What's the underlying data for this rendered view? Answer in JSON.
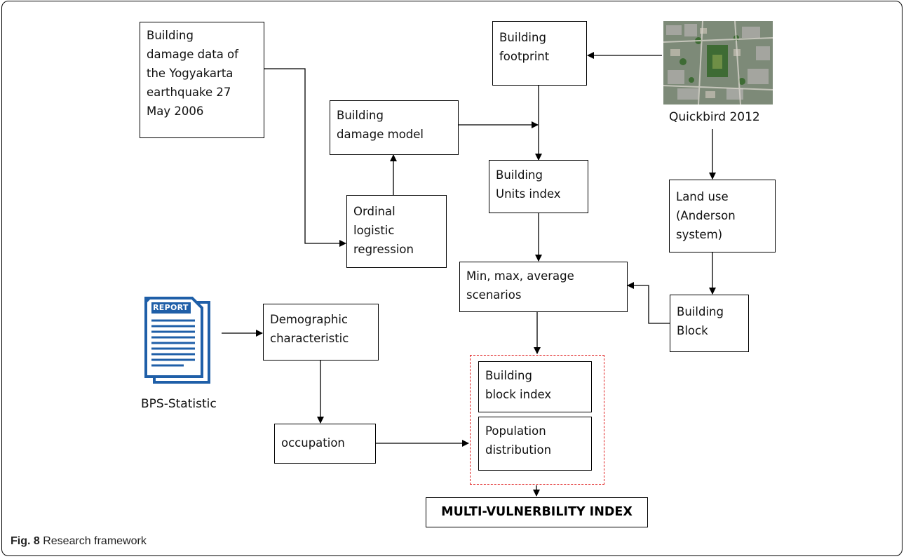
{
  "caption": {
    "fig": "Fig. 8",
    "text": " Research framework"
  },
  "boxes": {
    "damage_data": "Building\ndamage data of\nthe Yogyakarta\nearthquake 27\nMay 2006",
    "footprint": "Building\nfootprint",
    "damage_model": "Building\ndamage model",
    "units_index": "Building\nUnits index",
    "land_use": "Land use\n(Anderson\nsystem)",
    "ordinal": "Ordinal\nlogistic\nregression",
    "scenarios": "Min, max, average\nscenarios",
    "building_block": "Building\nBlock",
    "demographic": "Demographic\ncharacteristic",
    "block_index": "Building\nblock index",
    "population": "Population\ndistribution",
    "occupation": "occupation"
  },
  "labels": {
    "quickbird": "Quickbird 2012",
    "bps": "BPS-Statistic",
    "report_icon": "REPORT"
  },
  "result": "MULTI-VULNERBILITY INDEX",
  "colors": {
    "dashed_border": "#e02020",
    "report_blue": "#1f5fa8"
  }
}
